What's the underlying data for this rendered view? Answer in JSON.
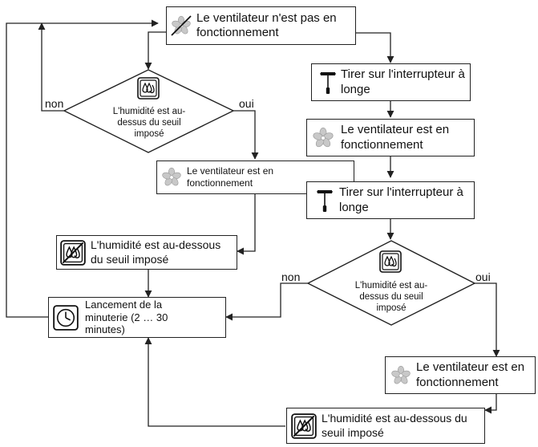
{
  "nodes": {
    "fan_off": "Le ventilateur n'est pas en fonctionnement",
    "decision_left": "L'humidité est au-dessus du seuil imposé",
    "fan_on_left": "Le ventilateur est en fonctionnement",
    "humidity_below_left": "L'humidité est au-dessous du seuil imposé",
    "timer": "Lancement de la minuterie (2 … 30 minutes)",
    "pull_switch_1": "Tirer sur l'interrupteur à longe",
    "fan_on_right_1": "Le ventilateur est en fonctionnement",
    "pull_switch_2": "Tirer sur l'interrupteur à longe",
    "decision_right": "L'humidité est au-dessus du seuil imposé",
    "fan_on_right_2": "Le ventilateur est en fonctionnement",
    "humidity_below_right": "L'humidité est au-dessous du seuil imposé"
  },
  "edge_labels": {
    "no": "non",
    "yes": "oui"
  },
  "icons": {
    "fan": "fan-icon",
    "humidity": "humidity-drops-icon",
    "no_humidity": "humidity-crossed-out-icon",
    "timer": "clock-icon",
    "pull_switch": "pull-cord-switch-icon"
  },
  "colors": {
    "line": "#222222",
    "fan_petal": "#c8c8c8"
  }
}
